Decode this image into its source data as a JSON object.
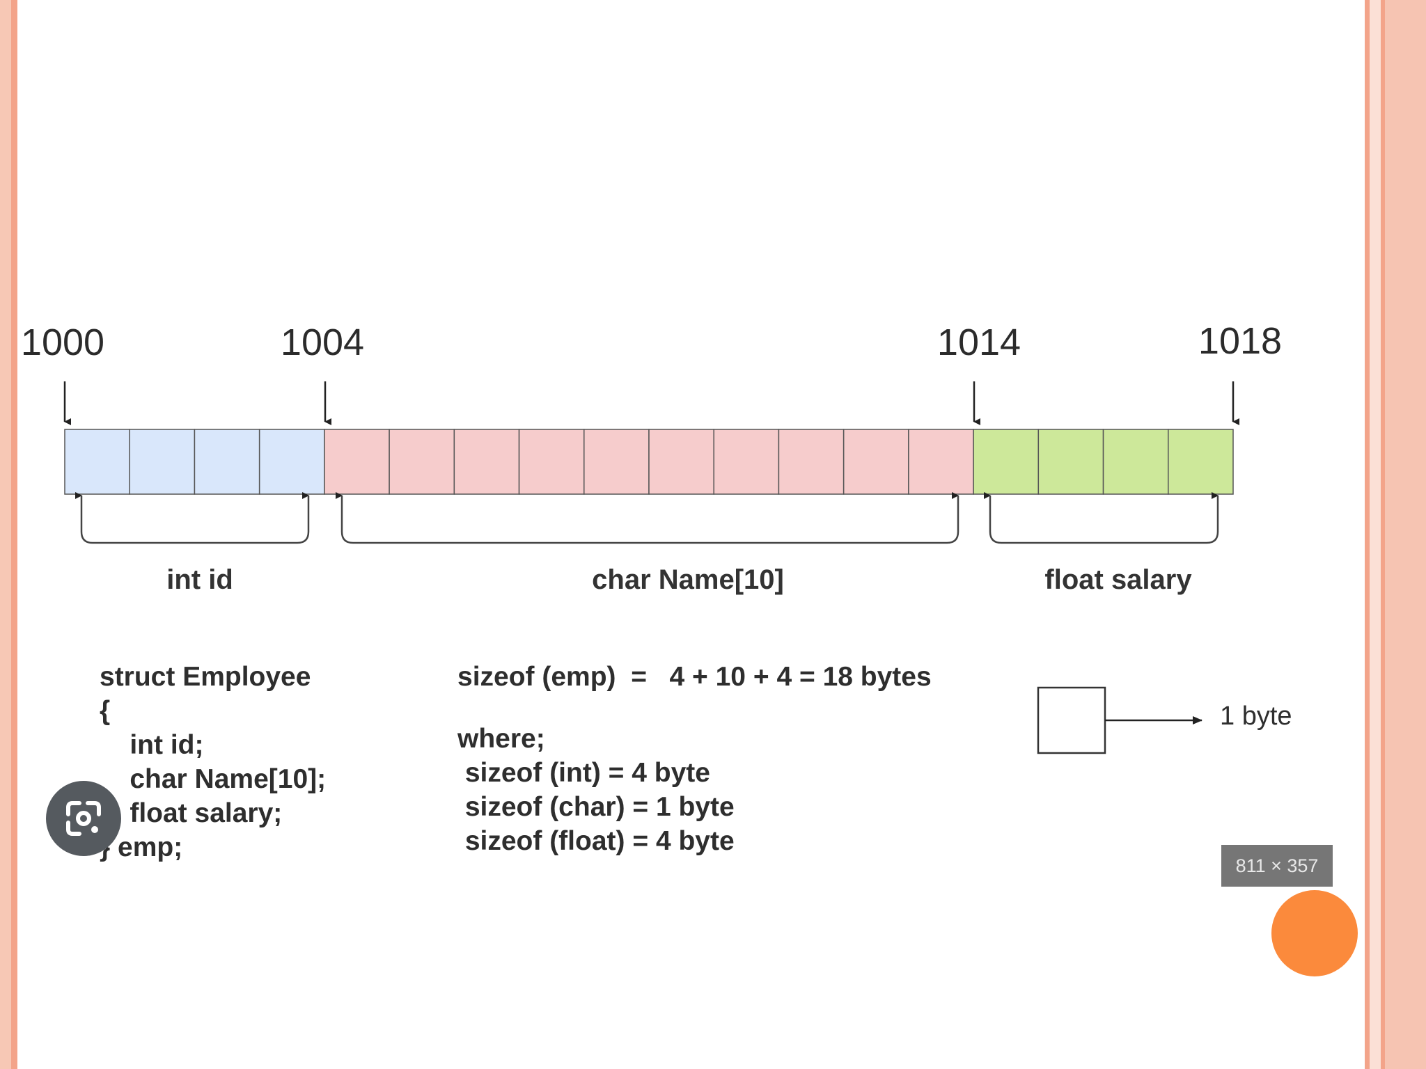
{
  "addresses": [
    "1000",
    "1004",
    "1014",
    "1018"
  ],
  "segments": [
    {
      "label": "int id",
      "bytes": 4,
      "color": "#d9e7fb"
    },
    {
      "label": "char Name[10]",
      "bytes": 10,
      "color": "#f6cccc"
    },
    {
      "label": "float salary",
      "bytes": 4,
      "color": "#cde89a"
    }
  ],
  "struct_code": [
    "struct Employee",
    "{",
    "    int id;",
    "    char Name[10];",
    "    float salary;",
    "} emp;"
  ],
  "size_calc": {
    "total": "sizeof (emp)  =   4 + 10 + 4 = 18 bytes",
    "where": "where;",
    "lines": [
      " sizeof (int) = 4 byte",
      " sizeof (char) = 1 byte",
      " sizeof (float) = 4 byte"
    ]
  },
  "legend": {
    "label": "1 byte"
  },
  "image_dims": "811 × 357",
  "icons": {
    "lens": "google-lens-icon"
  }
}
